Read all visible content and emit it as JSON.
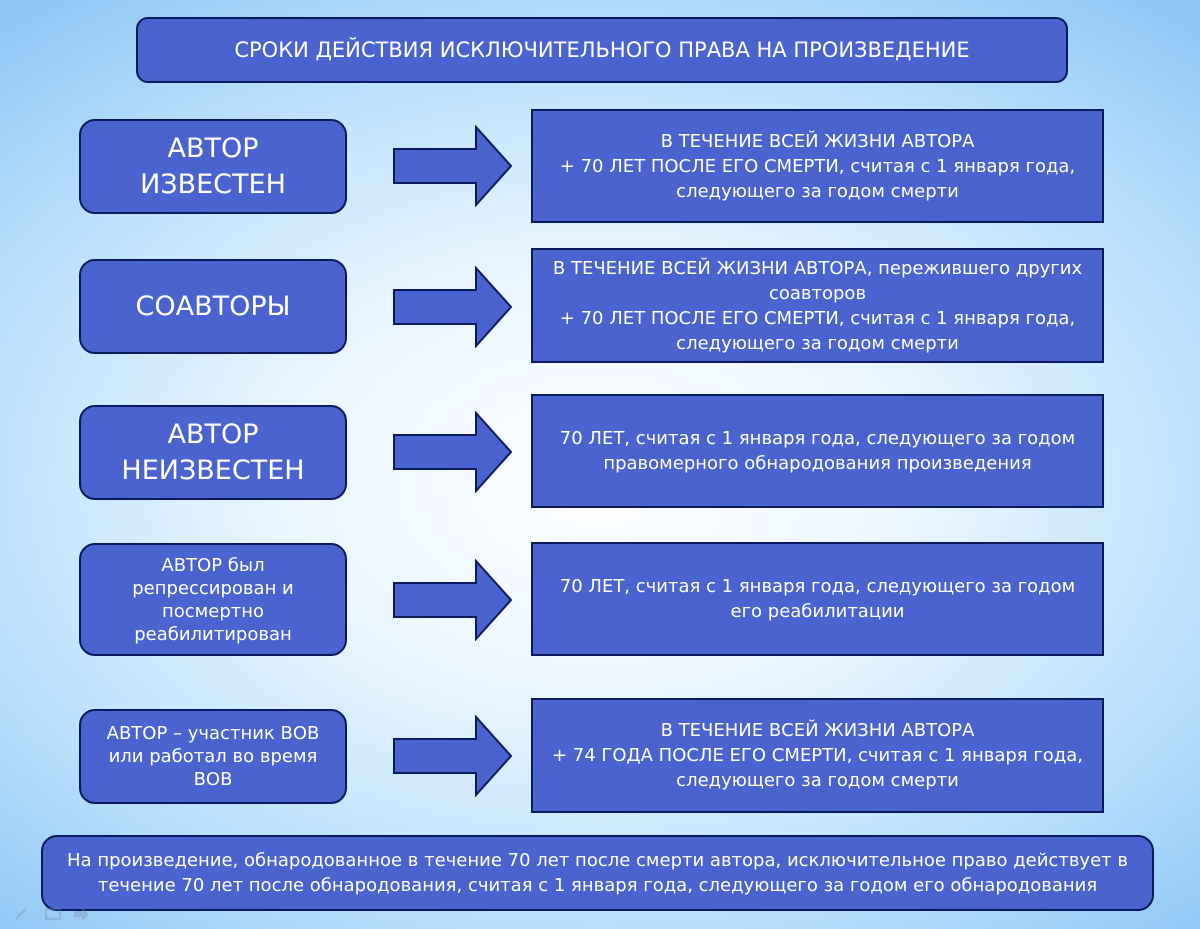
{
  "title": "СРОКИ ДЕЙСТВИЯ ИСКЛЮЧИТЕЛЬНОГО ПРАВА НА ПРОИЗВЕДЕНИЕ",
  "rows": [
    {
      "label": [
        "АВТОР",
        "ИЗВЕСТЕН"
      ],
      "result": [
        "В ТЕЧЕНИЕ ВСЕЙ ЖИЗНИ АВТОРА",
        "+ 70 ЛЕТ ПОСЛЕ ЕГО СМЕРТИ, считая с 1 января года,",
        "следующего за годом смерти"
      ]
    },
    {
      "label": [
        "СОАВТОРЫ"
      ],
      "result": [
        "В ТЕЧЕНИЕ ВСЕЙ ЖИЗНИ АВТОРА, пережившего других",
        "соавторов",
        "+ 70 ЛЕТ ПОСЛЕ ЕГО СМЕРТИ, считая с 1 января года,",
        "следующего за годом смерти"
      ]
    },
    {
      "label": [
        "АВТОР",
        "НЕИЗВЕСТЕН"
      ],
      "result": [
        "70 ЛЕТ, считая с 1 января года, следующего за годом",
        "правомерного обнародования произведения"
      ]
    },
    {
      "label": [
        "АВТОР был",
        "репрессирован и",
        "посмертно",
        "реабилитирован"
      ],
      "result": [
        "70 ЛЕТ, считая с 1 января года, следующего за годом",
        "его реабилитации"
      ]
    },
    {
      "label": [
        "АВТОР – участник ВОВ",
        "или работал во время",
        "ВОВ"
      ],
      "result": [
        "В ТЕЧЕНИЕ ВСЕЙ ЖИЗНИ АВТОРА",
        "+ 74 ГОДА ПОСЛЕ ЕГО СМЕРТИ, считая с 1 января года,",
        "следующего за годом смерти"
      ]
    }
  ],
  "footer": [
    "На произведение, обнародованное в течение 70 лет после смерти автора, исключительное право действует в",
    "течение 70 лет после обнародования, считая с 1 января года, следующего за годом его обнародования"
  ],
  "colors": {
    "box_fill": "#4a63cf",
    "box_border": "#0b1a5c",
    "text": "#ffffff"
  },
  "icons": [
    "right-arrow-icon",
    "pen-icon",
    "menu-icon",
    "next-icon"
  ]
}
